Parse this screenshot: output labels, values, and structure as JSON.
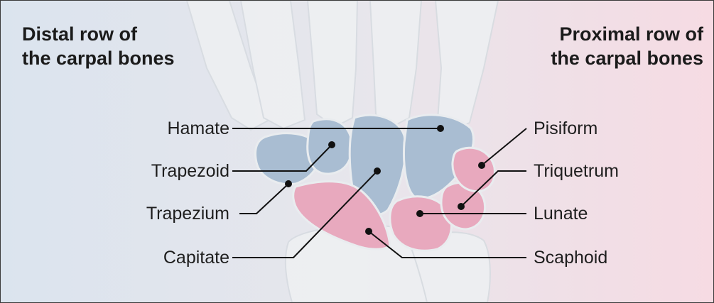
{
  "headings": {
    "left": [
      "Distal row of",
      "the carpal bones"
    ],
    "right": [
      "Proximal row of",
      "the carpal bones"
    ]
  },
  "labels": {
    "hamate": "Hamate",
    "trapezoid": "Trapezoid",
    "trapezium": "Trapezium",
    "capitate": "Capitate",
    "pisiform": "Pisiform",
    "triquetrum": "Triquetrum",
    "lunate": "Lunate",
    "scaphoid": "Scaphoid"
  },
  "colors": {
    "background_left": "#dde6ef",
    "background_right": "#f5dde4",
    "distal_row": "#a9bdd2",
    "proximal_row": "#e8a9be",
    "bone_outline": "#e9ecef",
    "leader_line": "#111111"
  }
}
